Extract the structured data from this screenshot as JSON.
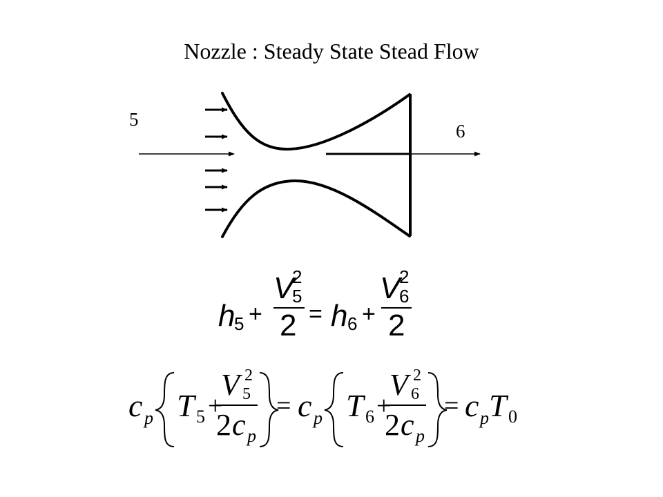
{
  "title": "Nozzle : Steady State Stead Flow",
  "diagram": {
    "inlet_label": "5",
    "outlet_label": "6"
  },
  "equation1": {
    "h": "h",
    "sub5": "5",
    "plus": "+",
    "V": "V",
    "sup2": "2",
    "two": "2",
    "equals": "=",
    "sub6": "6"
  },
  "equation2": {
    "c": "c",
    "p": "p",
    "T": "T",
    "sub5": "5",
    "sub6": "6",
    "sub0": "0",
    "V": "V",
    "sup2": "2",
    "two": "2",
    "plus": "+",
    "equals": "="
  }
}
